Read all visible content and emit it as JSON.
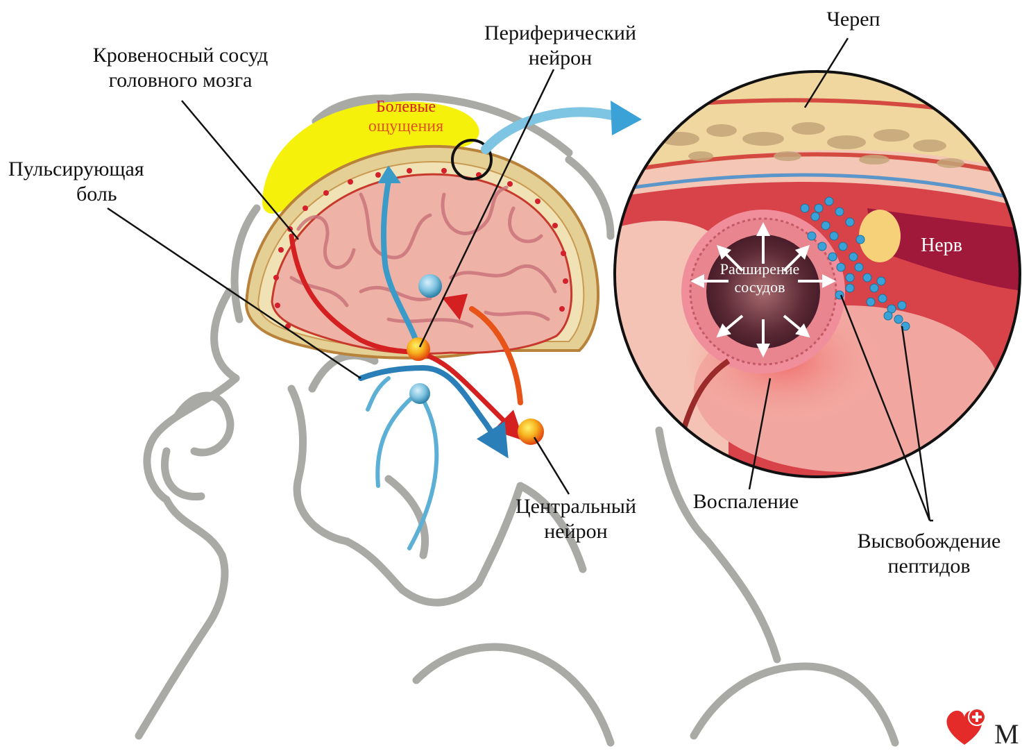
{
  "labels": {
    "blood_vessel": [
      "Кровеносный сосуд",
      "головного мозга"
    ],
    "peripheral_neuron": [
      "Периферический",
      "нейрон"
    ],
    "skull": "Череп",
    "throbbing_pain": [
      "Пульсирующая",
      "боль"
    ],
    "pain_sensations": [
      "Болевые",
      "ощущения"
    ],
    "vasodilation": [
      "Расширение",
      "сосудов"
    ],
    "nerve": "Нерв",
    "central_neuron": [
      "Центральный",
      "нейрон"
    ],
    "inflammation": "Воспаление",
    "peptide_release": [
      "Высвобождение",
      "пептидов"
    ]
  },
  "logo": {
    "text": "M",
    "icon": "heart-cross-icon",
    "color": "#e52a2a"
  },
  "colors": {
    "outline": "#a9aaa5",
    "skull": "#e9d8a6",
    "brain": "#e9a59c",
    "pain_area": "#f4f000",
    "blue_path": "#2a7fb8",
    "red_path": "#d42020",
    "orange_path": "#f0731f",
    "vessel": "#8a1c2a",
    "peptide": "#3aa2d6"
  }
}
